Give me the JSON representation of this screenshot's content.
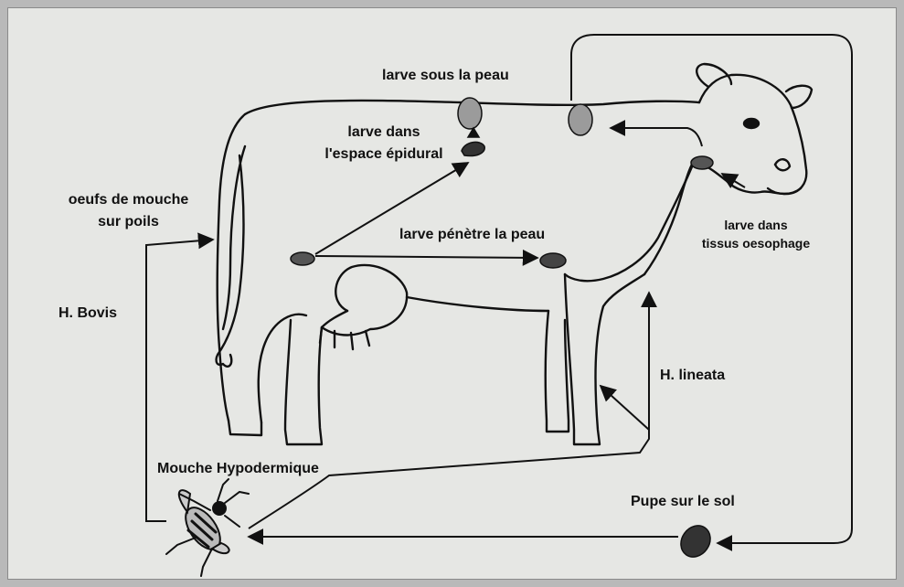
{
  "labels": {
    "larve_sous_peau": "larve sous la peau",
    "larve_epidural_1": "larve dans",
    "larve_epidural_2": "l'espace épidural",
    "oeufs_1": "oeufs de mouche",
    "oeufs_2": "sur poils",
    "larve_penetre": "larve pénètre la peau",
    "larve_oesophage_1": "larve dans",
    "larve_oesophage_2": "tissus oesophage",
    "h_bovis": "H. Bovis",
    "h_lineata": "H. lineata",
    "mouche": "Mouche Hypodermique",
    "pupe": "Pupe sur le sol"
  },
  "colors": {
    "background": "#e6e7e4",
    "border": "#b9b9b9",
    "ink": "#111111"
  }
}
